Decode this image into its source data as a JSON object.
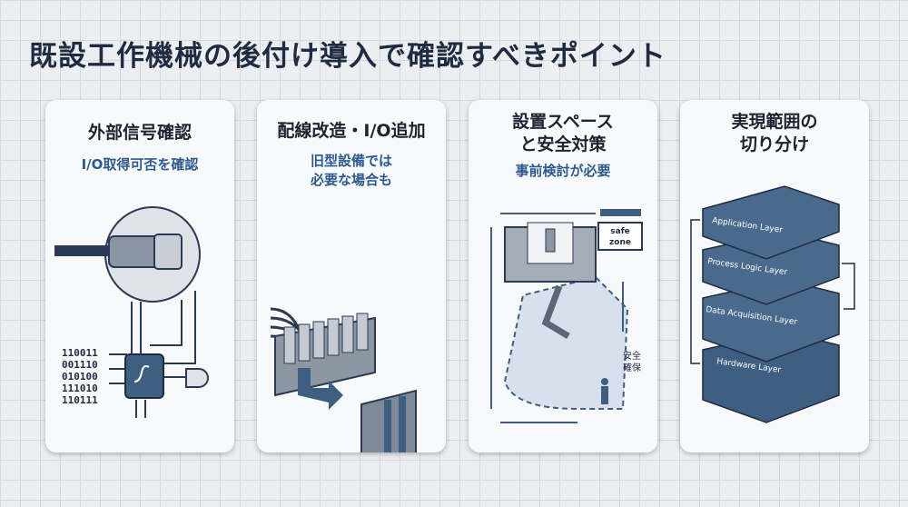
{
  "title": "既設工作機械の後付け導入で確認すべきポイント",
  "cards": [
    {
      "heading": "外部信号確認",
      "sub": "I/O取得可否を確認",
      "binary": [
        "110011",
        "001110",
        "010100",
        "111010",
        "110111"
      ]
    },
    {
      "heading": "配線改造・I/O追加",
      "sub_lines": [
        "旧型設備では",
        "必要な場合も"
      ]
    },
    {
      "heading_lines": [
        "設置スペース",
        "と安全対策"
      ],
      "sub": "事前検討が必要",
      "safe_zone": [
        "safe",
        "zone"
      ],
      "safety_label": [
        "安全",
        "確保"
      ]
    },
    {
      "heading_lines": [
        "実現範囲の",
        "切り分け"
      ],
      "layers": [
        "Application Layer",
        "Process Logic Layer",
        "Data Acquisition Layer",
        "Hardware Layer"
      ]
    }
  ],
  "colors": {
    "navy": "#1e2b40",
    "accent": "#2d5a8e",
    "layer": "#3f5f82"
  }
}
